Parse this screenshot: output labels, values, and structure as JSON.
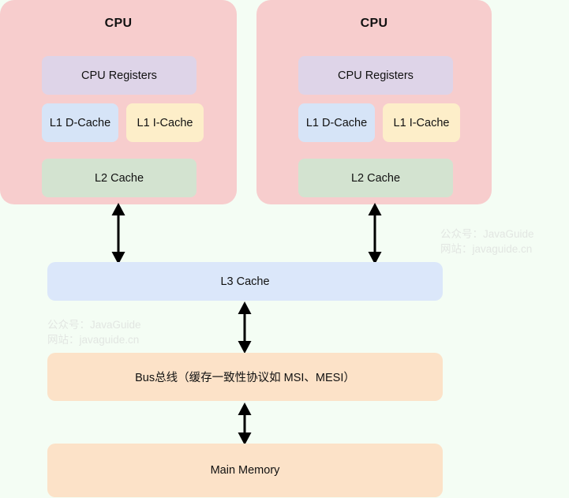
{
  "background_color": "#f4fdf4",
  "cpus": [
    {
      "title": "CPU",
      "registers": "CPU Registers",
      "l1_d_cache": "L1 D-Cache",
      "l1_i_cache": "L1 I-Cache",
      "l2_cache": "L2 Cache"
    },
    {
      "title": "CPU",
      "registers": "CPU Registers",
      "l1_d_cache": "L1 D-Cache",
      "l1_i_cache": "L1 I-Cache",
      "l2_cache": "L2 Cache"
    }
  ],
  "shared": {
    "l3_cache": "L3 Cache",
    "bus": "Bus总线（缓存一致性协议如 MSI、MESI）",
    "main_memory": "Main Memory"
  },
  "watermarks": [
    {
      "line1": "公众号：JavaGuide",
      "line2": "网站：javaguide.cn"
    },
    {
      "line1": "公众号：JavaGuide",
      "line2": "网站：javaguide.cn"
    }
  ],
  "colors": {
    "cpu_block": "#f7cdcd",
    "registers": "#ded4e8",
    "l1_d_cache": "#d6e4f7",
    "l1_i_cache": "#fdeec9",
    "l2_cache": "#d3e3d0",
    "l3_cache": "#dbe7fa",
    "bus": "#fce2c8",
    "main_memory": "#fce2c8",
    "arrow": "#000000",
    "watermark": "#e2e6e2"
  },
  "arrows": [
    {
      "name": "cpu0-to-l3",
      "direction": "bidirectional"
    },
    {
      "name": "cpu1-to-l3",
      "direction": "bidirectional"
    },
    {
      "name": "l3-to-bus",
      "direction": "bidirectional"
    },
    {
      "name": "bus-to-main-memory",
      "direction": "bidirectional"
    }
  ]
}
